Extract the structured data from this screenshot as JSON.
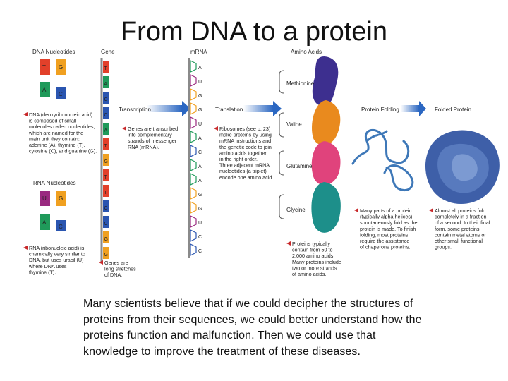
{
  "title": "From DNA to a protein",
  "colors": {
    "adenine": "#1f9a5a",
    "thymine": "#e2402a",
    "guanine": "#f0a020",
    "cytosine": "#2a55b0",
    "uracil": "#9a2a80",
    "arrow": "#2b67c2",
    "bullet": "#c8282a",
    "methionine": "#3d2f8f",
    "valine": "#e98a1e",
    "glutamine": "#e0437c",
    "glycine": "#1d8f8a",
    "folded": "#3e5fa8"
  },
  "diagram": {
    "headers": {
      "dna_nucleotides": "DNA Nucleotides",
      "gene": "Gene",
      "mrna": "mRNA",
      "amino_acids": "Amino Acids"
    },
    "dna_nucleotide_letters": [
      "T",
      "G",
      "A",
      "C"
    ],
    "rna_nucleotides_label": "RNA Nucleotides",
    "rna_nucleotide_letters": [
      "U",
      "G",
      "A",
      "C"
    ],
    "gene_letters": [
      "T",
      "A",
      "C",
      "C",
      "A",
      "T",
      "G",
      "T",
      "T",
      "C",
      "C",
      "G",
      "G"
    ],
    "mrna_letters": [
      "A",
      "U",
      "G",
      "G",
      "U",
      "A",
      "C",
      "A",
      "A",
      "G",
      "G",
      "U",
      "C",
      "C"
    ],
    "process_labels": {
      "transcription": "Transcription",
      "translation": "Translation",
      "protein_folding": "Protein Folding",
      "folded_protein": "Folded Protein"
    },
    "amino_acid_names": [
      "Methionine",
      "Valine",
      "Glutamine",
      "Glycine"
    ],
    "notes": {
      "dna": [
        "DNA (deoxyribonucleic acid)",
        "is composed of small",
        "molecules called nucleotides,",
        "which are named for the",
        "main unit they contain:",
        "adenine (A), thymine (T),",
        "cytosine (C), and guanine (G)."
      ],
      "rna": [
        "RNA (ribonucleic acid) is",
        "chemically very similar to",
        "DNA, but uses uracil (U)",
        "where DNA uses",
        "thymine (T)."
      ],
      "gene_mrna": [
        "Genes are transcribed",
        "into complementary",
        "strands of messenger",
        "RNA (mRNA)."
      ],
      "gene_long": [
        "Genes are",
        "long stretches",
        "of DNA."
      ],
      "ribosomes": [
        "Ribosomes (see p. 23)",
        "make proteins by using",
        "mRNA instructions and",
        "the genetic code to join",
        "amino acids together",
        "in the right order.",
        "Three adjacent mRNA",
        "nucleotides (a triplet)",
        "encode one amino acid."
      ],
      "proteins": [
        "Proteins typically",
        "contain from 50 to",
        "2,000 amino acids.",
        "Many proteins include",
        "two or more strands",
        "of amino acids."
      ],
      "folding": [
        "Many parts of a protein",
        "(typically alpha helices)",
        "spontaneously fold as the",
        "protein is made. To finish",
        "folding, most proteins",
        "require the assistance",
        "of chaperone proteins."
      ],
      "folded": [
        "Almost all proteins fold",
        "completely in a fraction",
        "of a second. In their final",
        "form, some proteins",
        "contain metal atoms or",
        "other small functional",
        "groups."
      ]
    }
  },
  "caption": "Many scientists believe that if we could decipher the structures of proteins from their sequences, we could better understand how the proteins function and malfunction. Then we could use that knowledge to improve the treatment of these diseases."
}
